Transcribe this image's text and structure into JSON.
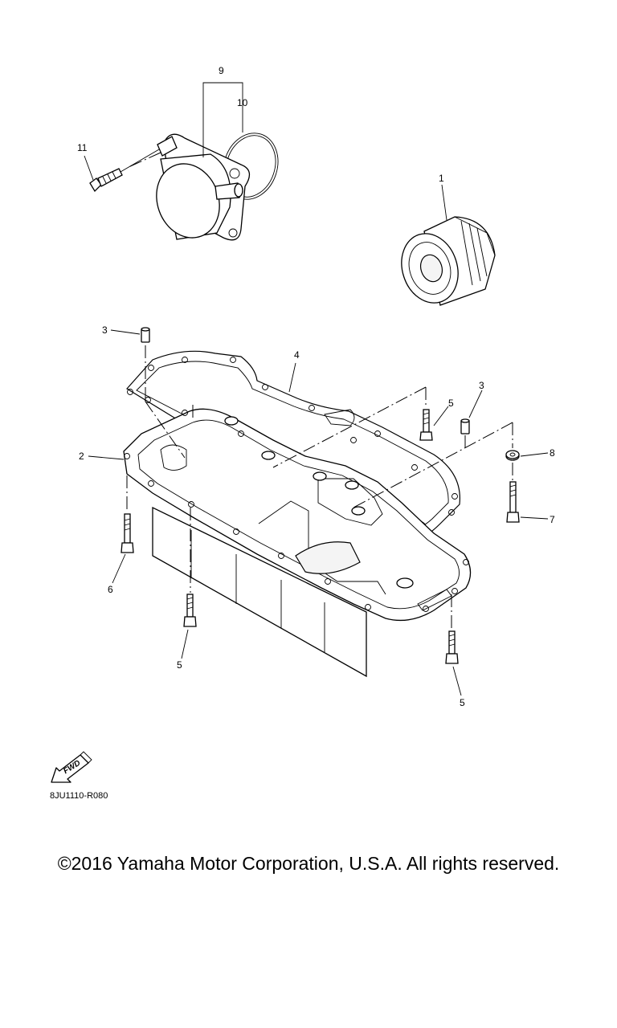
{
  "callouts": {
    "c1": "1",
    "c2": "2",
    "c3a": "3",
    "c3b": "3",
    "c4": "4",
    "c5a": "5",
    "c5b": "5",
    "c5c": "5",
    "c6": "6",
    "c7": "7",
    "c8": "8",
    "c9": "9",
    "c10": "10",
    "c11": "11"
  },
  "fwd_label": "FWD",
  "diagram_code": "8JU1110-R080",
  "copyright": "©2016 Yamaha Motor Corporation, U.S.A. All rights reserved."
}
